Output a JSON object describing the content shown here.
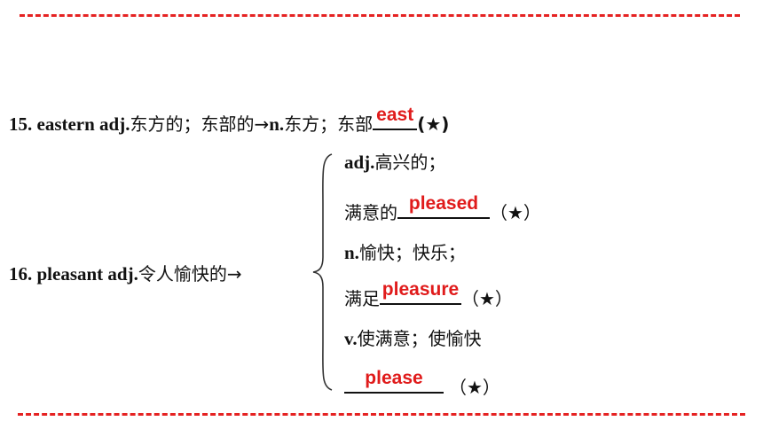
{
  "colors": {
    "dash": "#e52222",
    "answer": "#e01b1b",
    "text": "#111111"
  },
  "item15": {
    "number": "15.",
    "word": "eastern adj.",
    "meaning": "东方的；东部的",
    "arrow": "→",
    "pos_n": "n.",
    "noun_meaning": "东方；东部",
    "answer": "east",
    "star": "(★)"
  },
  "item16": {
    "number": "16.",
    "word": "pleasant adj.",
    "meaning": "令人愉快的",
    "arrow": "→",
    "branches": [
      {
        "pos": "adj.",
        "text": "高兴的；"
      },
      {
        "text": "满意的",
        "answer": "pleased",
        "star": "（★）"
      },
      {
        "pos": "n.",
        "text": "愉快；快乐；"
      },
      {
        "text": "满足",
        "answer": "pleasure",
        "star": "（★）"
      },
      {
        "pos": "v.",
        "text": "使满意；使愉快"
      },
      {
        "answer": "please",
        "star": "（★）"
      }
    ]
  }
}
